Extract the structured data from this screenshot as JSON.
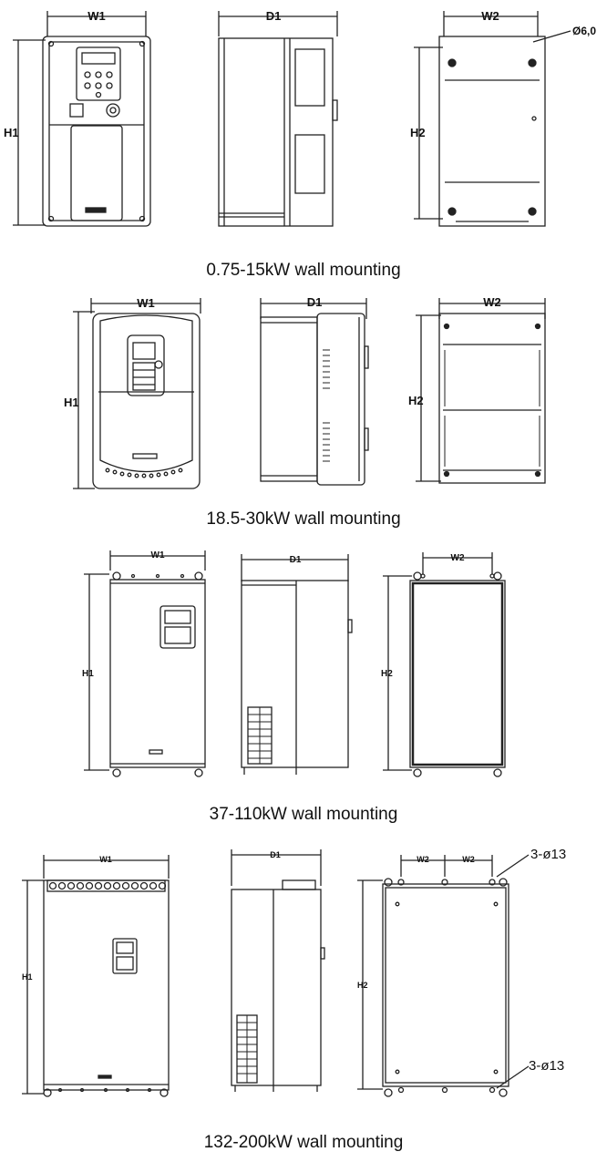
{
  "sections": [
    {
      "caption": "0.75-15kW wall mounting",
      "front": {
        "w": "W1",
        "h": "H1"
      },
      "side": {
        "d": "D1"
      },
      "back": {
        "w": "W2",
        "h": "H2",
        "hole": "Ø6,0"
      }
    },
    {
      "caption": "18.5-30kW wall mounting",
      "front": {
        "w": "W1",
        "h": "H1"
      },
      "side": {
        "d": "D1"
      },
      "back": {
        "w": "W2",
        "h": "H2"
      }
    },
    {
      "caption": "37-110kW wall mounting",
      "front": {
        "w": "W1",
        "h": "H1"
      },
      "side": {
        "d": "D1"
      },
      "back": {
        "w": "W2",
        "h": "H2"
      }
    },
    {
      "caption": "132-200kW wall mounting",
      "front": {
        "w": "W1",
        "h": "H1"
      },
      "side": {
        "d": "D1"
      },
      "back": {
        "w_left": "W2",
        "w_right": "W2",
        "h": "H2",
        "hole_top": "3-ø13",
        "hole_bottom": "3-ø13"
      }
    }
  ]
}
